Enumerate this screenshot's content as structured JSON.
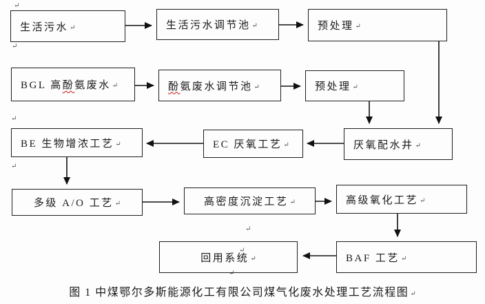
{
  "meta": {
    "pilcrow": "↵"
  },
  "colors": {
    "box_border": "#1c1c1c",
    "background": "#fdfdfd",
    "arrow": "#111111",
    "spellcheck_underline": "#cc1111"
  },
  "flowchart": {
    "boxes": [
      {
        "id": "domestic-sewage",
        "label": "生活污水"
      },
      {
        "id": "domestic-sewage-regulating-tank",
        "label": "生活污水调节池"
      },
      {
        "id": "pretreatment-1",
        "label": "预处理"
      },
      {
        "id": "bgl-high-phenol-ammonia-wastewater",
        "pre": "BGL 高",
        "wavy": "酚",
        "post": "氨废水"
      },
      {
        "id": "phenol-ammonia-regulating-tank",
        "wavy": "酚",
        "post": "氨废水调节池"
      },
      {
        "id": "pretreatment-2",
        "label": "预处理"
      },
      {
        "id": "be-bio-concentration-process",
        "label": "BE 生物增浓工艺"
      },
      {
        "id": "ec-anaerobic-process",
        "label": "EC 厌氧工艺"
      },
      {
        "id": "anaerobic-distribution-well",
        "label": "厌氧配水井"
      },
      {
        "id": "multistage-ao-process",
        "label": "多级 A/O 工艺"
      },
      {
        "id": "high-density-sedimentation-process",
        "label": "高密度沉淀工艺"
      },
      {
        "id": "advanced-oxidation-process",
        "label": "高级氧化工艺"
      },
      {
        "id": "reuse-system",
        "label": "回用系统"
      },
      {
        "id": "baf-process",
        "label": "BAF 工艺"
      }
    ]
  },
  "caption": {
    "text": "图 1 中煤鄂尔多斯能源化工有限公司煤气化废水处理工艺流程图"
  }
}
